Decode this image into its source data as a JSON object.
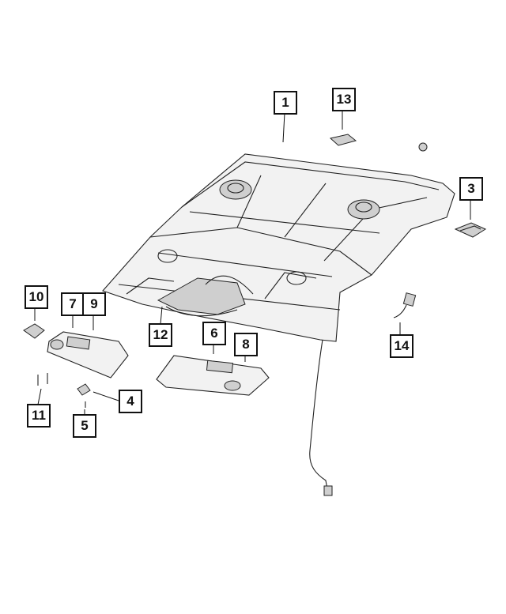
{
  "callouts": [
    {
      "id": "1",
      "label": "1"
    },
    {
      "id": "2",
      "label": "13"
    },
    {
      "id": "3",
      "label": "3"
    },
    {
      "id": "4",
      "label": "10"
    },
    {
      "id": "5",
      "label": "7"
    },
    {
      "id": "6",
      "label": "9"
    },
    {
      "id": "7",
      "label": "12"
    },
    {
      "id": "8",
      "label": "6"
    },
    {
      "id": "9",
      "label": "8"
    },
    {
      "id": "10",
      "label": "14"
    },
    {
      "id": "11",
      "label": "4"
    },
    {
      "id": "12",
      "label": "11"
    },
    {
      "id": "13",
      "label": "5"
    }
  ]
}
